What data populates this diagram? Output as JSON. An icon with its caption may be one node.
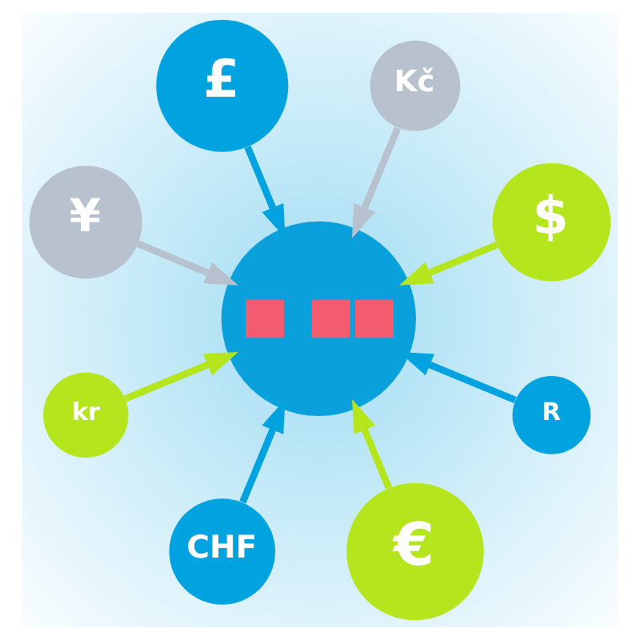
{
  "diagram": {
    "nodes": [
      {
        "text": [
          "£"
        ]
      },
      {
        "text": [
          "Kč"
        ]
      },
      {
        "text": [
          "$"
        ]
      },
      {
        "text": [
          "¥"
        ]
      },
      {
        "text": [],
        "shape": "circle"
      },
      {
        "text": [
          "R"
        ]
      },
      {
        "text": [
          "kr"
        ]
      },
      {
        "text": [
          "CHF"
        ]
      },
      {
        "text": [
          "€"
        ]
      }
    ],
    "edges": [
      {
        "from": 0,
        "to": 4,
        "arrow": "to",
        "color": "#00a3e0"
      },
      {
        "from": 1,
        "to": 4,
        "arrow": "to",
        "color": "#b8c2cf"
      },
      {
        "from": 2,
        "to": 4,
        "arrow": "to",
        "color": "#b5e61d"
      },
      {
        "from": 5,
        "to": 4,
        "arrow": "to",
        "color": "#00a3e0"
      },
      {
        "from": 8,
        "to": 4,
        "arrow": "to",
        "color": "#b5e61d"
      },
      {
        "from": 7,
        "to": 4,
        "arrow": "to",
        "color": "#00a3e0"
      },
      {
        "from": 6,
        "to": 4,
        "arrow": "to",
        "color": "#b5e61d"
      },
      {
        "from": 3,
        "to": 4,
        "arrow": "to",
        "color": "#b8c2cf"
      }
    ]
  }
}
